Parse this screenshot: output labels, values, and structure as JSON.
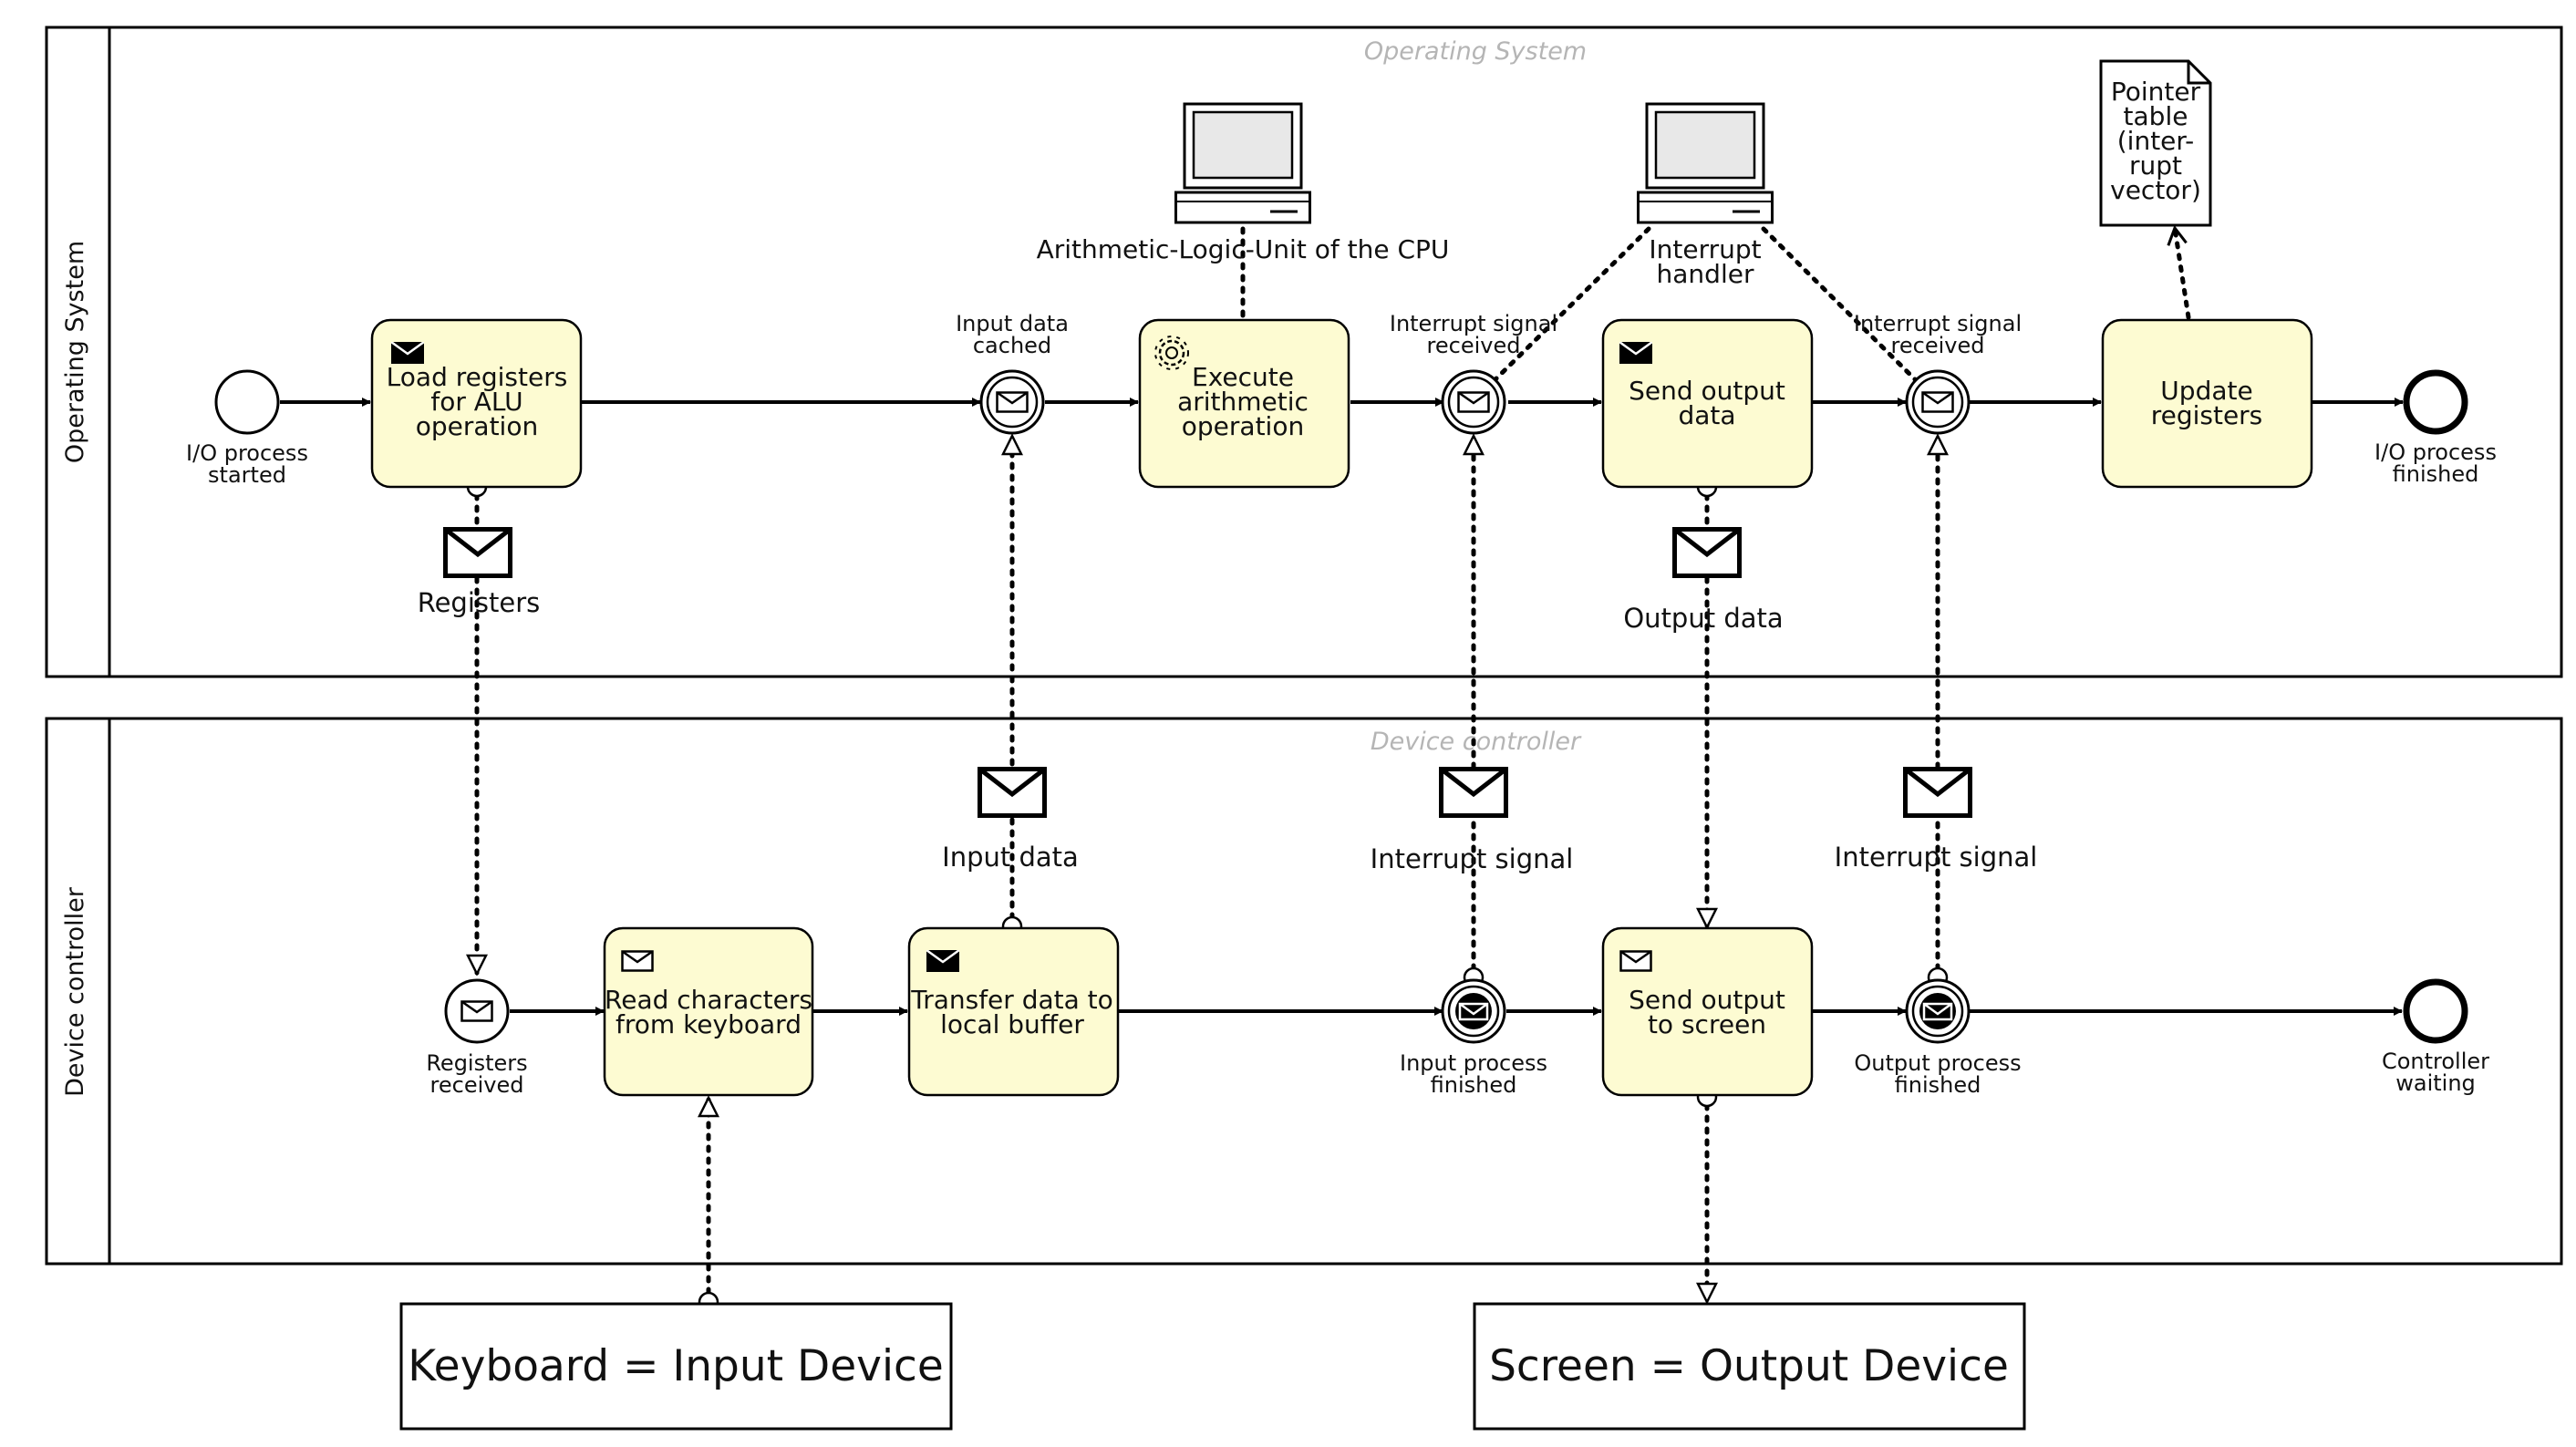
{
  "pools": {
    "os": {
      "label": "Operating System",
      "watermark": "Operating System"
    },
    "dc": {
      "label": "Device controller",
      "watermark": "Device controller"
    }
  },
  "os": {
    "start_event": "I/O process\nstarted",
    "task_load_registers": "Load registers\nfor ALU\noperation",
    "event_input_cached": "Input data\ncached",
    "task_execute": "Execute\narithmetic\noperation",
    "event_interrupt_1": "Interrupt signal\nreceived",
    "task_send_output": "Send output\ndata",
    "event_interrupt_2": "Interrupt signal\nreceived",
    "task_update_registers": "Update\nregisters",
    "end_event": "I/O process\nfinished",
    "msg_registers": "Registers",
    "msg_output_data": "Output data",
    "computer_alu": "Arithmetic-Logic-Unit of the CPU",
    "computer_interrupt": "Interrupt\nhandler",
    "doc_pointer_table": "Pointer\ntable\n(inter-\nrupt\nvector)"
  },
  "dc": {
    "event_registers_received": "Registers\nreceived",
    "task_read_keyboard": "Read characters\nfrom keyboard",
    "task_transfer": "Transfer data to\nlocal buffer",
    "event_input_finished": "Input process\nfinished",
    "task_send_screen": "Send output\nto screen",
    "event_output_finished": "Output process\nfinished",
    "end_controller_waiting": "Controller\nwaiting",
    "msg_input_data": "Input data",
    "msg_interrupt_1": "Interrupt signal",
    "msg_interrupt_2": "Interrupt signal"
  },
  "devices": {
    "keyboard": "Keyboard = Input Device",
    "screen": "Screen = Output Device"
  },
  "colors": {
    "task_fill": "#fdfbd2",
    "stroke": "#000000",
    "watermark": "#b5b5b5"
  },
  "icons": [
    "envelope-icon",
    "gear-icon",
    "computer-icon",
    "document-icon"
  ]
}
